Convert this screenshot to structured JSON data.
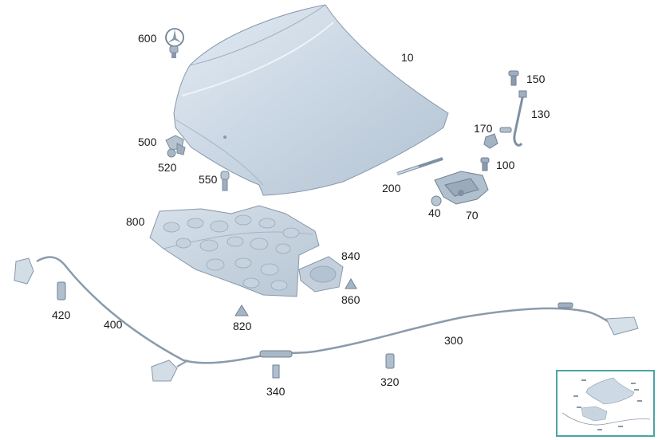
{
  "labels": {
    "p10": "10",
    "p40": "40",
    "p70": "70",
    "p100": "100",
    "p130": "130",
    "p150": "150",
    "p170": "170",
    "p200": "200",
    "p300": "300",
    "p320": "320",
    "p340": "340",
    "p400": "400",
    "p420": "420",
    "p500": "500",
    "p520": "520",
    "p550": "550",
    "p600": "600",
    "p800": "800",
    "p820": "820",
    "p840": "840",
    "p860": "860"
  },
  "colors": {
    "part_fill": "#c4d2e0",
    "part_light": "#dbe5ee",
    "part_stroke": "#8798aa",
    "text": "#1a1a1a",
    "thumbnail_border": "#4aa3a8"
  }
}
